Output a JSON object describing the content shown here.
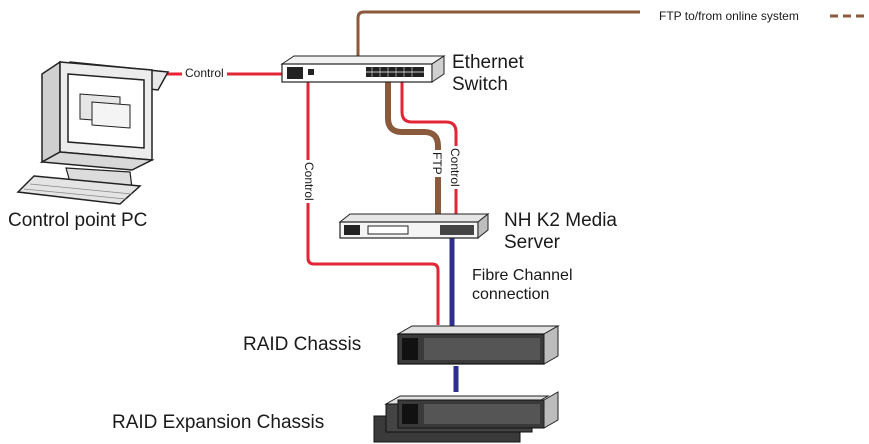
{
  "labels": {
    "pc": "Control point PC",
    "switch_line1": "Ethernet",
    "switch_line2": "Switch",
    "server_line1": "NH K2 Media",
    "server_line2": "Server",
    "fibre_line1": "Fibre Channel",
    "fibre_line2": "connection",
    "raid": "RAID Chassis",
    "raid_expansion": "RAID Expansion Chassis",
    "ftp_online": "FTP to/from online system",
    "control_pc_link": "Control",
    "control_vertical_left": "Control",
    "ftp_vertical": "FTP",
    "control_vertical_right": "Control"
  },
  "colors": {
    "control_link": "#e32636",
    "ftp_link": "#8b5a3c",
    "fibre_link": "#2e2e8f",
    "device_dark": "#222222"
  },
  "icons": [
    "computer-icon",
    "ethernet-switch-icon",
    "media-server-icon",
    "raid-chassis-icon",
    "raid-expansion-icon"
  ]
}
